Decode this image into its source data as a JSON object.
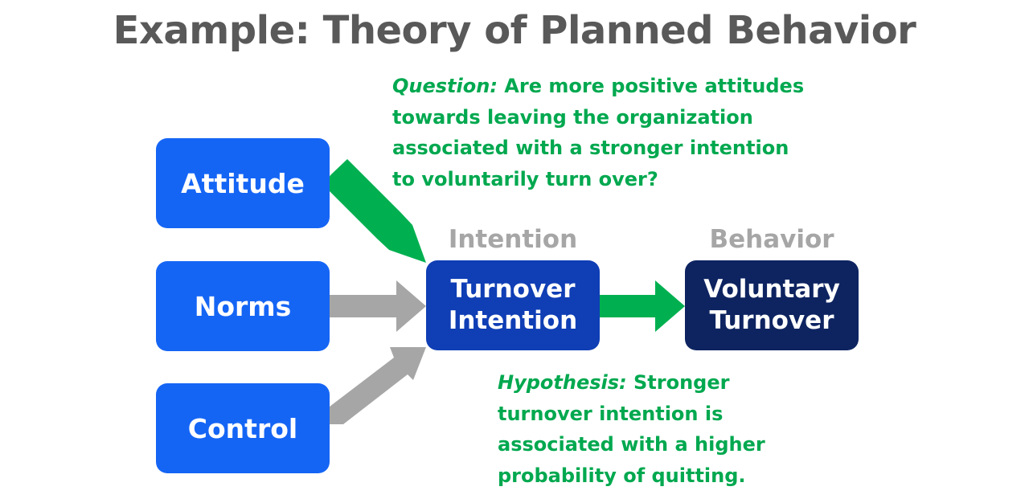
{
  "title": "Example: Theory of Planned Behavior",
  "predictors": {
    "attitude": "Attitude",
    "norms": "Norms",
    "control": "Control"
  },
  "intention": {
    "label": "Intention",
    "line1": "Turnover",
    "line2": "Intention"
  },
  "behavior": {
    "label": "Behavior",
    "line1": "Voluntary",
    "line2": "Turnover"
  },
  "question": {
    "prefix": "Question:",
    "lines": [
      " Are more positive attitudes",
      "towards leaving the organization",
      "associated with a stronger intention",
      "to voluntarily turn over?"
    ]
  },
  "hypothesis": {
    "prefix": "Hypothesis:",
    "lines": [
      " Stronger",
      "turnover intention is",
      "associated with a higher",
      "probability of quitting."
    ]
  },
  "colors": {
    "predictor_box": "#1565f5",
    "intention_box": "#0f3eb5",
    "behavior_box": "#0e2461",
    "highlight_arrow": "#00b050",
    "muted_arrow": "#a6a6a6",
    "note_text": "#00a84f",
    "title_text": "#595959"
  }
}
